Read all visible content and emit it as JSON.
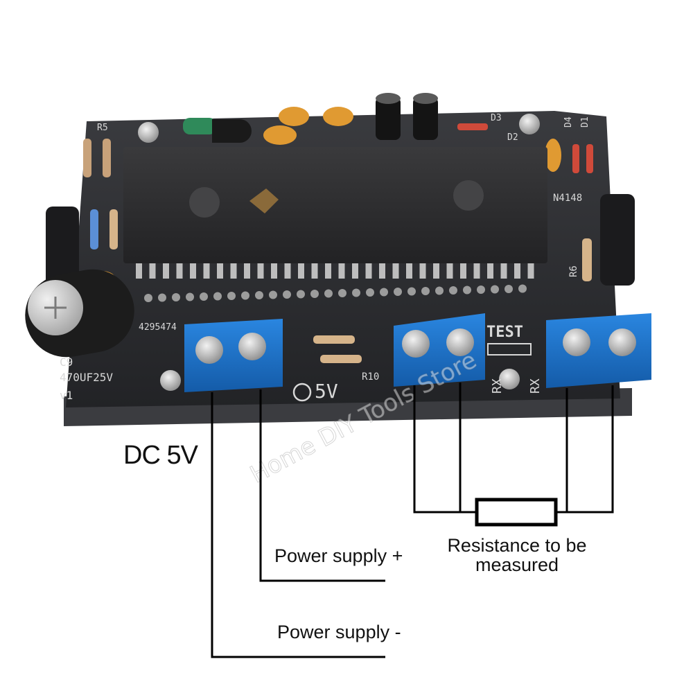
{
  "labels": {
    "dc_voltage": "DC 5V",
    "power_plus": "Power supply +",
    "power_minus": "Power supply -",
    "resistance_measured": "Resistance to be measured"
  },
  "silkscreen": {
    "test": "TEST",
    "five_volt": "5V",
    "rx1": "RX",
    "rx2": "RX",
    "c9": "C9",
    "cap_rating": "470UF25V",
    "version": "v1",
    "r10": "R10",
    "r6": "R6",
    "r5": "R5",
    "d1": "D1",
    "d2": "D2",
    "d3": "D3",
    "d4": "D4",
    "diode_type": "N4148",
    "board_serial": "4295474"
  },
  "watermark": "Home DIY Tools Store",
  "colors": {
    "pcb": "#2a2b2e",
    "terminal_blue": "#1f6fc2",
    "ic_body": "#2b2b2d",
    "wire": "#000000",
    "silkscreen": "#d8d8d8"
  },
  "icons": [
    "screw-terminal-icon",
    "resistor-symbol-icon",
    "ic-logo-icon"
  ]
}
